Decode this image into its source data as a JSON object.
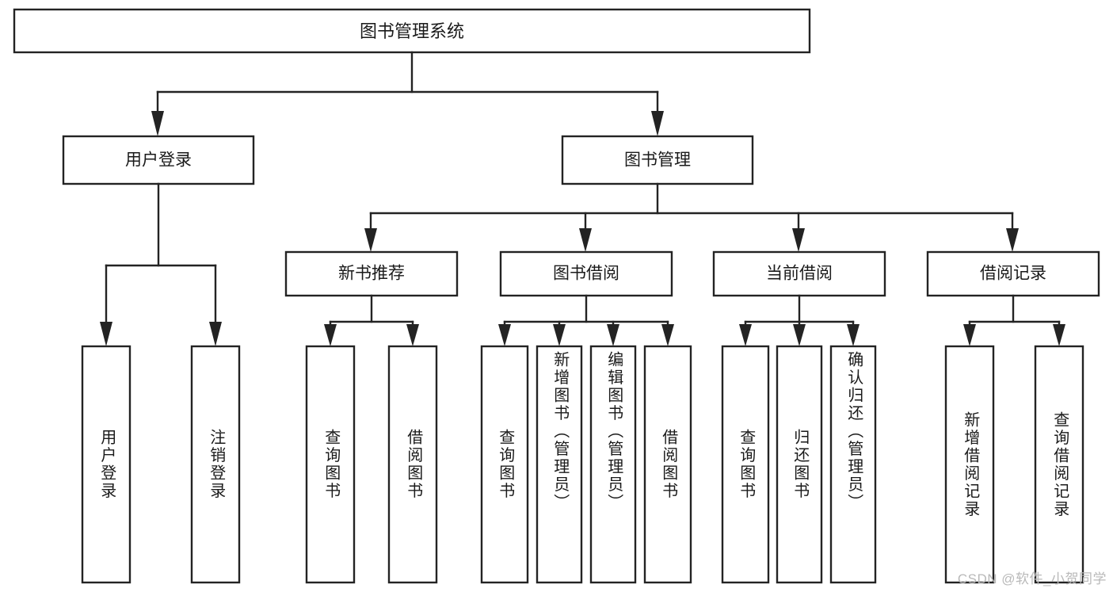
{
  "diagram": {
    "title": "图书管理系统",
    "type": "hierarchy-tree",
    "orientation": "top-down",
    "colors": {
      "box_stroke": "#232323",
      "box_fill": "#ffffff",
      "connector": "#232323",
      "text": "#1a1a1a",
      "watermark": "#b9b9b9",
      "background": "#ffffff"
    }
  },
  "watermark": {
    "text": "CSDN @软件_小贺同学"
  },
  "nodes": {
    "root": {
      "label": "图书管理系统",
      "level": 1
    },
    "level2": [
      {
        "id": "user-login",
        "label": "用户登录"
      },
      {
        "id": "book-manage",
        "label": "图书管理"
      }
    ],
    "level3": [
      {
        "id": "new-book-recommend",
        "label": "新书推荐"
      },
      {
        "id": "book-borrow",
        "label": "图书借阅"
      },
      {
        "id": "current-borrow",
        "label": "当前借阅"
      },
      {
        "id": "borrow-record",
        "label": "借阅记录"
      }
    ],
    "leaves": {
      "user_login": [
        {
          "id": "leaf-user-login",
          "label": "用户登录"
        },
        {
          "id": "leaf-logout-login",
          "label": "注销登录"
        }
      ],
      "new_book_recommend": [
        {
          "id": "leaf-query-book-1",
          "label": "查询图书"
        },
        {
          "id": "leaf-borrow-book-1",
          "label": "借阅图书"
        }
      ],
      "book_borrow": [
        {
          "id": "leaf-query-book-2",
          "label": "查询图书"
        },
        {
          "id": "leaf-add-book",
          "label": "新增图书（管理员）"
        },
        {
          "id": "leaf-edit-book",
          "label": "编辑图书（管理员）"
        },
        {
          "id": "leaf-borrow-book-2",
          "label": "借阅图书"
        }
      ],
      "current_borrow": [
        {
          "id": "leaf-query-book-3",
          "label": "查询图书"
        },
        {
          "id": "leaf-return-book",
          "label": "归还图书"
        },
        {
          "id": "leaf-confirm-return",
          "label": "确认归还（管理员）"
        }
      ],
      "borrow_record": [
        {
          "id": "leaf-add-record",
          "label": "新增借阅记录"
        },
        {
          "id": "leaf-query-record",
          "label": "查询借阅记录"
        }
      ]
    }
  },
  "edges": [
    {
      "from": "root",
      "to": "user-login"
    },
    {
      "from": "root",
      "to": "book-manage"
    },
    {
      "from": "user-login",
      "to": "leaf-user-login"
    },
    {
      "from": "user-login",
      "to": "leaf-logout-login"
    },
    {
      "from": "book-manage",
      "to": "new-book-recommend"
    },
    {
      "from": "book-manage",
      "to": "book-borrow"
    },
    {
      "from": "book-manage",
      "to": "current-borrow"
    },
    {
      "from": "book-manage",
      "to": "borrow-record"
    },
    {
      "from": "new-book-recommend",
      "to": "leaf-query-book-1"
    },
    {
      "from": "new-book-recommend",
      "to": "leaf-borrow-book-1"
    },
    {
      "from": "book-borrow",
      "to": "leaf-query-book-2"
    },
    {
      "from": "book-borrow",
      "to": "leaf-add-book"
    },
    {
      "from": "book-borrow",
      "to": "leaf-edit-book"
    },
    {
      "from": "book-borrow",
      "to": "leaf-borrow-book-2"
    },
    {
      "from": "current-borrow",
      "to": "leaf-query-book-3"
    },
    {
      "from": "current-borrow",
      "to": "leaf-return-book"
    },
    {
      "from": "current-borrow",
      "to": "leaf-confirm-return"
    },
    {
      "from": "borrow-record",
      "to": "leaf-add-record"
    },
    {
      "from": "borrow-record",
      "to": "leaf-query-record"
    }
  ]
}
